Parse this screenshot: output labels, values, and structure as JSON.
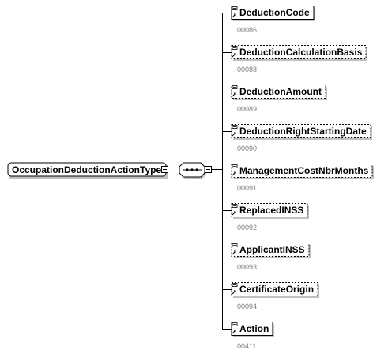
{
  "root": {
    "name": "OccupationDeductionActionType"
  },
  "sequence": {
    "icon": "sequence-compositor-icon"
  },
  "elements": [
    {
      "name": "DeductionCode",
      "code": "00086",
      "optional": false
    },
    {
      "name": "DeductionCalculationBasis",
      "code": "00088",
      "optional": true
    },
    {
      "name": "DeductionAmount",
      "code": "00089",
      "optional": true
    },
    {
      "name": "DeductionRightStartingDate",
      "code": "00090",
      "optional": true
    },
    {
      "name": "ManagementCostNbrMonths",
      "code": "00091",
      "optional": true
    },
    {
      "name": "ReplacedINSS",
      "code": "00092",
      "optional": true
    },
    {
      "name": "ApplicantINSS",
      "code": "00093",
      "optional": true
    },
    {
      "name": "CertificateOrigin",
      "code": "00094",
      "optional": true
    },
    {
      "name": "Action",
      "code": "00411",
      "optional": false
    }
  ],
  "colors": {
    "line": "#000000",
    "box_fill": "#ffffff",
    "shadow": "#c0c0c0",
    "code_text": "#808080"
  }
}
